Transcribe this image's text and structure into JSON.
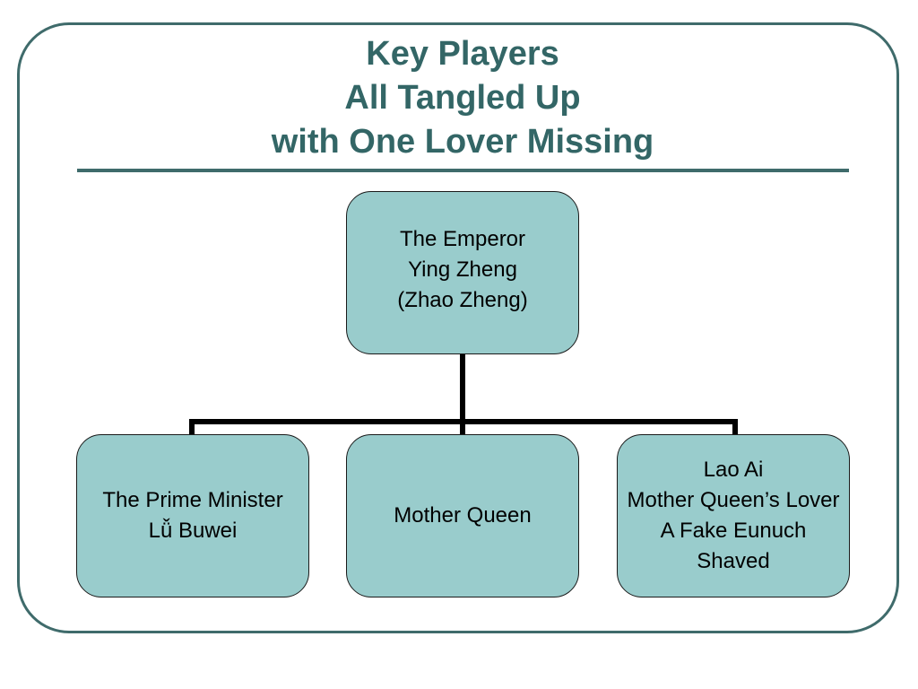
{
  "title": {
    "line1": "Key Players",
    "line2": "All Tangled Up",
    "line3": "with One Lover Missing"
  },
  "colors": {
    "title": "#336666",
    "frame": "#3f6b6b",
    "box_fill": "#99cccc",
    "connector": "#000000"
  },
  "nodes": {
    "emperor": {
      "lines": [
        "The Emperor",
        "Ying Zheng",
        "(Zhao Zheng)"
      ]
    },
    "prime_minister": {
      "lines": [
        "The Prime Minister",
        "Lǚ Buwei"
      ]
    },
    "mother_queen": {
      "lines": [
        "Mother Queen"
      ]
    },
    "lao_ai": {
      "lines": [
        "Lao Ai",
        "Mother Queen’s Lover",
        "A Fake Eunuch",
        "Shaved"
      ]
    }
  }
}
